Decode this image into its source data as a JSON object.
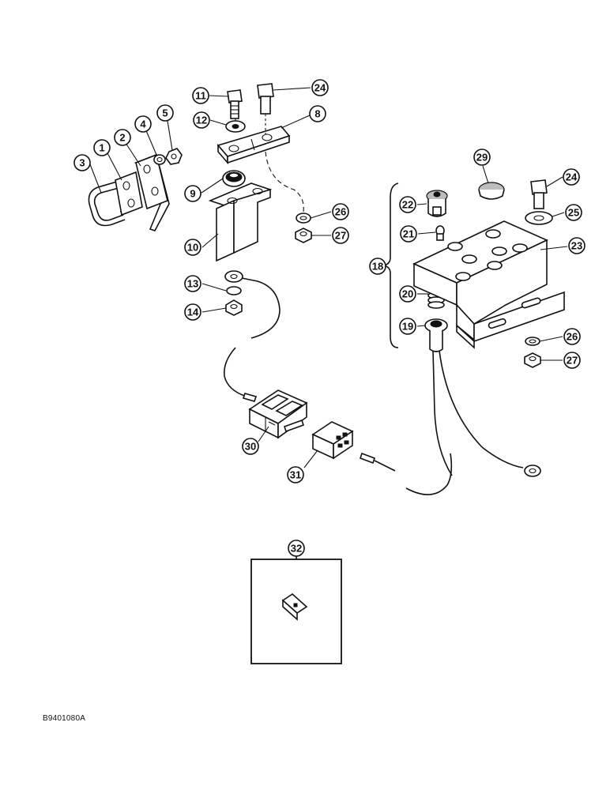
{
  "callouts": [
    {
      "id": "c1",
      "label": "1"
    },
    {
      "id": "c2",
      "label": "2"
    },
    {
      "id": "c3",
      "label": "3"
    },
    {
      "id": "c4",
      "label": "4"
    },
    {
      "id": "c5",
      "label": "5"
    },
    {
      "id": "c8",
      "label": "8"
    },
    {
      "id": "c9",
      "label": "9"
    },
    {
      "id": "c10",
      "label": "10"
    },
    {
      "id": "c11",
      "label": "11"
    },
    {
      "id": "c12",
      "label": "12"
    },
    {
      "id": "c13",
      "label": "13"
    },
    {
      "id": "c14",
      "label": "14"
    },
    {
      "id": "c18",
      "label": "18"
    },
    {
      "id": "c19",
      "label": "19"
    },
    {
      "id": "c20",
      "label": "20"
    },
    {
      "id": "c21",
      "label": "21"
    },
    {
      "id": "c22",
      "label": "22"
    },
    {
      "id": "c23",
      "label": "23"
    },
    {
      "id": "c24a",
      "label": "24"
    },
    {
      "id": "c24b",
      "label": "24"
    },
    {
      "id": "c25",
      "label": "25"
    },
    {
      "id": "c26a",
      "label": "26"
    },
    {
      "id": "c26b",
      "label": "26"
    },
    {
      "id": "c27a",
      "label": "27"
    },
    {
      "id": "c27b",
      "label": "27"
    },
    {
      "id": "c29",
      "label": "29"
    },
    {
      "id": "c30",
      "label": "30"
    },
    {
      "id": "c31",
      "label": "31"
    },
    {
      "id": "c32",
      "label": "32"
    }
  ],
  "figure_code": "B9401080A"
}
